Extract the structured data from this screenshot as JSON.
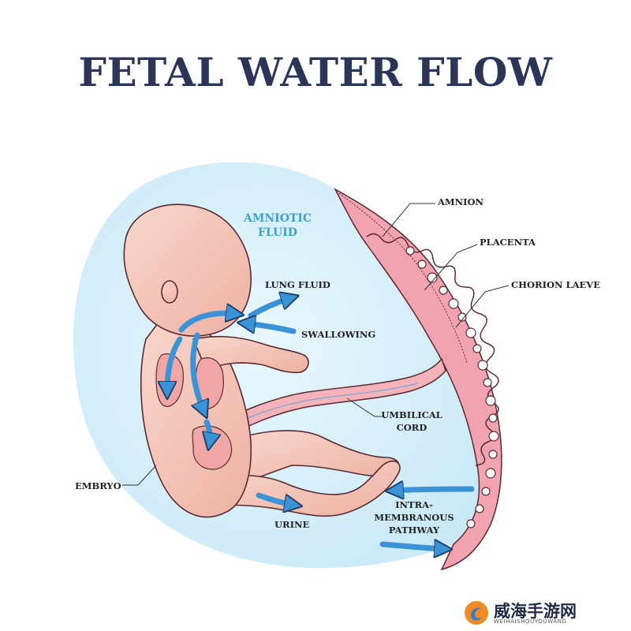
{
  "title": "FETAL WATER FLOW",
  "fluid_label": [
    "AMNIOTIC",
    "FLUID"
  ],
  "labels": {
    "amnion": "AMNION",
    "placenta": "PLACENTA",
    "chorion": "CHORION LAEVE",
    "lung_fluid": "LUNG FLUID",
    "swallowing": "SWALLOWING",
    "umbilical": [
      "UMBILICAL",
      "CORD"
    ],
    "embryo": "EMBRYO",
    "urine": "URINE",
    "intramembranous": [
      "INTRA-",
      "MEMBRANOUS",
      "PATHWAY"
    ]
  },
  "watermark": {
    "title": "威海手游网",
    "subtitle": "WEIHAISHOUYOUWANG"
  },
  "colors": {
    "title": "#2a3558",
    "fluid_text": "#3d9ed4",
    "amniotic_fluid": "#d4eef9",
    "placenta_pink": "#f2a3b0",
    "skin": "#f4c3b5",
    "arrow_blue": "#3a93d6"
  }
}
